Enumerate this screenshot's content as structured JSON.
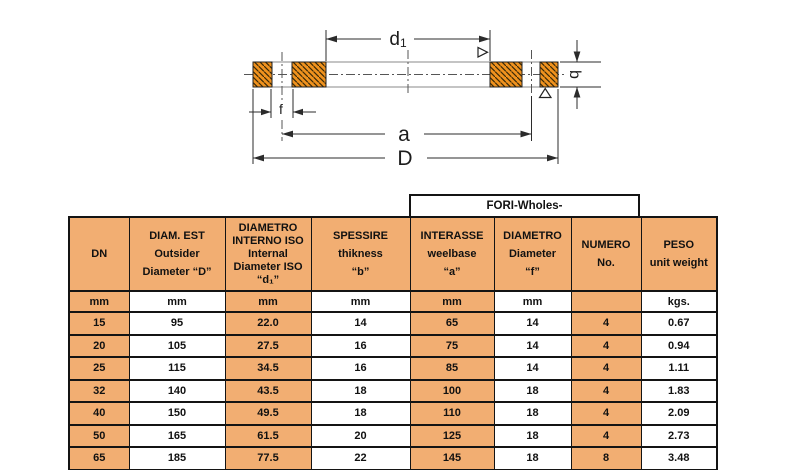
{
  "diagram": {
    "labels": {
      "d": "d",
      "d_sub": "1",
      "b": "b",
      "f": "f",
      "a": "a",
      "D": "D"
    },
    "colors": {
      "flange_fill": "#F0921E",
      "hatch_line": "#3A2A08",
      "line": "#2B2B2B",
      "outline": "#8A8A8A"
    }
  },
  "table": {
    "group_header": "FORI-Wholes-",
    "colors": {
      "orange": "#F2AE72",
      "border": "#141414"
    },
    "columns": [
      {
        "id": "dn",
        "shaded": true,
        "lines": [
          "DN"
        ]
      },
      {
        "id": "outside-diameter",
        "shaded": false,
        "lines": [
          "DIAM. EST",
          "Outsider",
          "Diameter  “D”"
        ]
      },
      {
        "id": "internal-diameter",
        "shaded": true,
        "lines": [
          "DIAMETRO",
          "INTERNO ISO",
          "Internal",
          "Diameter ISO",
          "“d₁”"
        ]
      },
      {
        "id": "thickness",
        "shaded": false,
        "lines": [
          "SPESSIRE",
          "thikness",
          "“b”"
        ]
      },
      {
        "id": "wheelbase",
        "shaded": true,
        "lines": [
          "INTERASSE",
          "weelbase",
          "“a”"
        ]
      },
      {
        "id": "hole-diameter",
        "shaded": false,
        "lines": [
          "DIAMETRO",
          "Diameter",
          "“f”"
        ]
      },
      {
        "id": "holes-number",
        "shaded": true,
        "lines": [
          "NUMERO",
          "No."
        ]
      },
      {
        "id": "unit-weight",
        "shaded": false,
        "lines": [
          "PESO",
          "unit weight"
        ]
      }
    ],
    "units": [
      "mm",
      "mm",
      "mm",
      "mm",
      "mm",
      "mm",
      "",
      "kgs."
    ],
    "rows": [
      [
        "15",
        "95",
        "22.0",
        "14",
        "65",
        "14",
        "4",
        "0.67"
      ],
      [
        "20",
        "105",
        "27.5",
        "16",
        "75",
        "14",
        "4",
        "0.94"
      ],
      [
        "25",
        "115",
        "34.5",
        "16",
        "85",
        "14",
        "4",
        "1.11"
      ],
      [
        "32",
        "140",
        "43.5",
        "18",
        "100",
        "18",
        "4",
        "1.83"
      ],
      [
        "40",
        "150",
        "49.5",
        "18",
        "110",
        "18",
        "4",
        "2.09"
      ],
      [
        "50",
        "165",
        "61.5",
        "20",
        "125",
        "18",
        "4",
        "2.73"
      ],
      [
        "65",
        "185",
        "77.5",
        "22",
        "145",
        "18",
        "8",
        "3.48"
      ]
    ]
  }
}
